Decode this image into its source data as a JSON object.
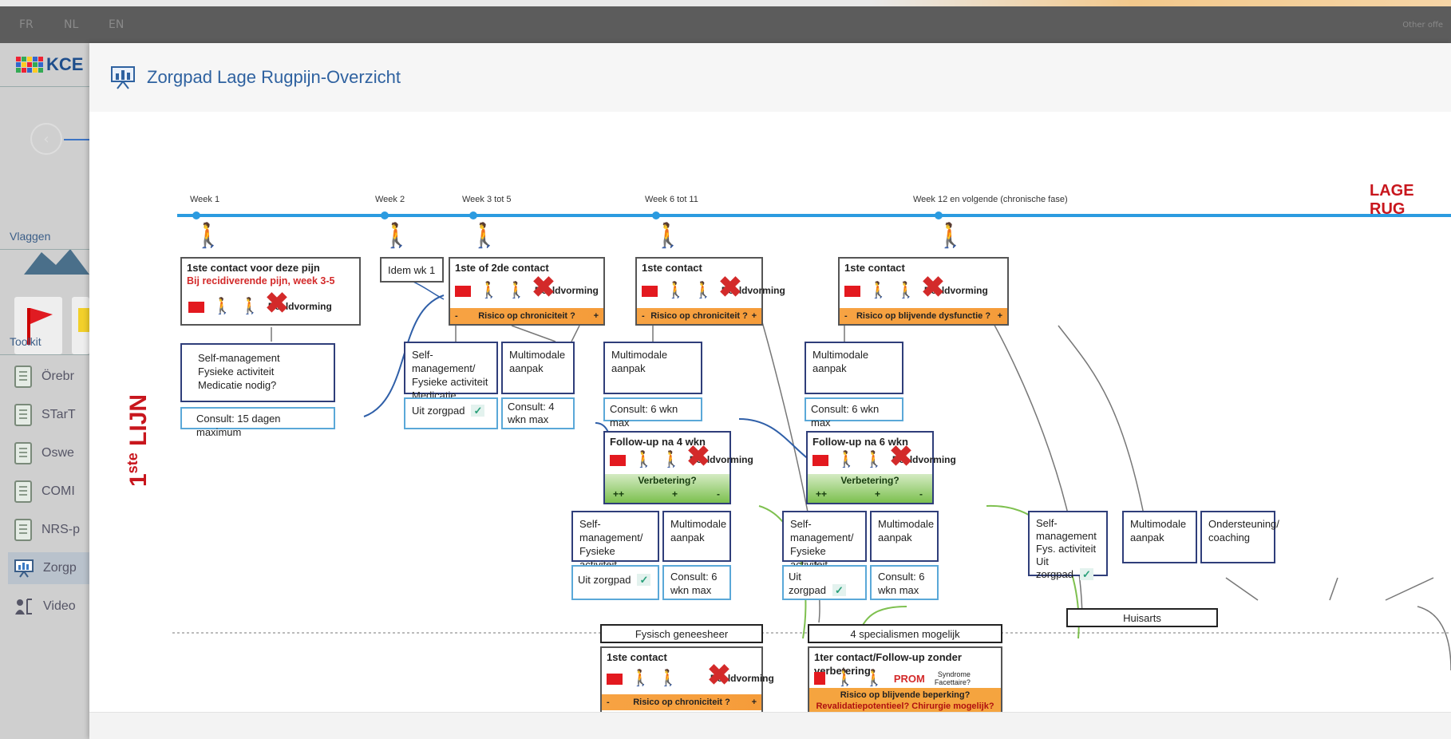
{
  "topbar": {
    "languages": [
      "FR",
      "NL",
      "EN"
    ],
    "other_text": "Other offe"
  },
  "sidebar": {
    "logo_text": "KCE",
    "back_label": "‹",
    "flags_label": "Vlaggen",
    "toolkit_label": "Toolkit",
    "tools": [
      "Örebr",
      "STarT",
      "Oswe",
      "COMI",
      "NRS-p",
      "Zorgp",
      "Video"
    ]
  },
  "modal": {
    "title": "Zorgpad Lage Rugpijn-Overzicht"
  },
  "diagram": {
    "weeks": [
      "Week 1",
      "Week 2",
      "Week 3 tot 5",
      "Week 6 tot 11",
      "Week 12 en volgende (chronische fase)"
    ],
    "big_title": "LAGE RUG",
    "lijn_label": "LIJN",
    "lijn_sup": "ste",
    "lijn_num": "1",
    "box1": {
      "head": "1ste contact voor deze pijn",
      "sub": "Bij recidiverende pijn, week 3-5"
    },
    "idem": "Idem wk 1",
    "box2": {
      "head": "1ste of 2de contact"
    },
    "box3": {
      "head": "1ste contact"
    },
    "box4": {
      "head": "1ste contact"
    },
    "risk_chron": "Risico op chroniciteit ?",
    "risk_dysf": "Risico op blijvende dysfunctie ?",
    "minus": "-",
    "plus": "+",
    "beeld": "Beeldvorming",
    "self_mgmt": [
      "Self-management",
      "Fysieke activiteit",
      "Medicatie nodig?"
    ],
    "consult15": "Consult: 15 dagen maximum",
    "self_mgmt2": [
      "Self-management/",
      "Fysieke activiteit",
      "Medicatie nodig?"
    ],
    "multimodale_aanpak": [
      "Multimodale",
      "aanpak"
    ],
    "multimodale_aanpak_one": "Multimodale aanpak",
    "uit_zorgpad": "Uit zorgpad",
    "check": "✓",
    "consult4": [
      "Consult: 4",
      "wkn max"
    ],
    "consult6": "Consult: 6 wkn max",
    "followup4": "Follow-up na 4 wkn",
    "followup6": "Follow-up na 6 wkn",
    "verbetering": "Verbetering?",
    "pp": "++",
    "pl": "+",
    "mi": "-",
    "self_mgmt3": [
      "Self-",
      "management/",
      "Fysieke activiteit"
    ],
    "consult6b": [
      "Consult: 6",
      "wkn max"
    ],
    "self_mgmt4": [
      "Self-",
      "management",
      "Fys. activiteit",
      "Uit zorgpad"
    ],
    "ondersteuning": [
      "Ondersteuning/",
      "coaching"
    ],
    "huisarts": "Huisarts",
    "fysisch": "Fysisch geneesheer",
    "specialismen": "4 specialismen mogelijk",
    "followup_zonder": "1ter contact/Follow-up zonder verbetering",
    "prom": "PROM",
    "syndrome": [
      "Syndrome",
      "Facettaire?"
    ],
    "risk_beperking": "Risico op blijvende beperking?",
    "revalidatie": "Revalidatiepotentieel? Chirurgie mogelijk?"
  }
}
